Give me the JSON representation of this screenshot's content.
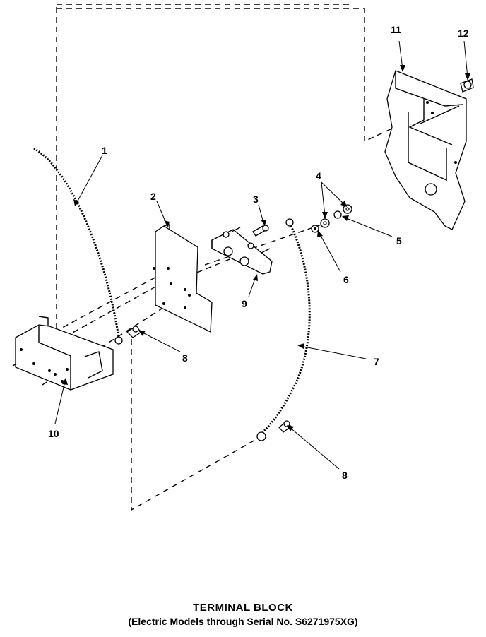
{
  "diagram": {
    "title": "TERMINAL BLOCK",
    "subtitle": "(Electric Models through Serial No. S6271975XG)",
    "callouts": [
      {
        "id": "c1",
        "label": "1"
      },
      {
        "id": "c2",
        "label": "2"
      },
      {
        "id": "c3",
        "label": "3"
      },
      {
        "id": "c4",
        "label": "4"
      },
      {
        "id": "c5",
        "label": "5"
      },
      {
        "id": "c6",
        "label": "6"
      },
      {
        "id": "c7",
        "label": "7"
      },
      {
        "id": "c8a",
        "label": "8"
      },
      {
        "id": "c8b",
        "label": "8"
      },
      {
        "id": "c9",
        "label": "9"
      },
      {
        "id": "c10",
        "label": "10"
      },
      {
        "id": "c11",
        "label": "11"
      },
      {
        "id": "c12",
        "label": "12"
      }
    ]
  }
}
